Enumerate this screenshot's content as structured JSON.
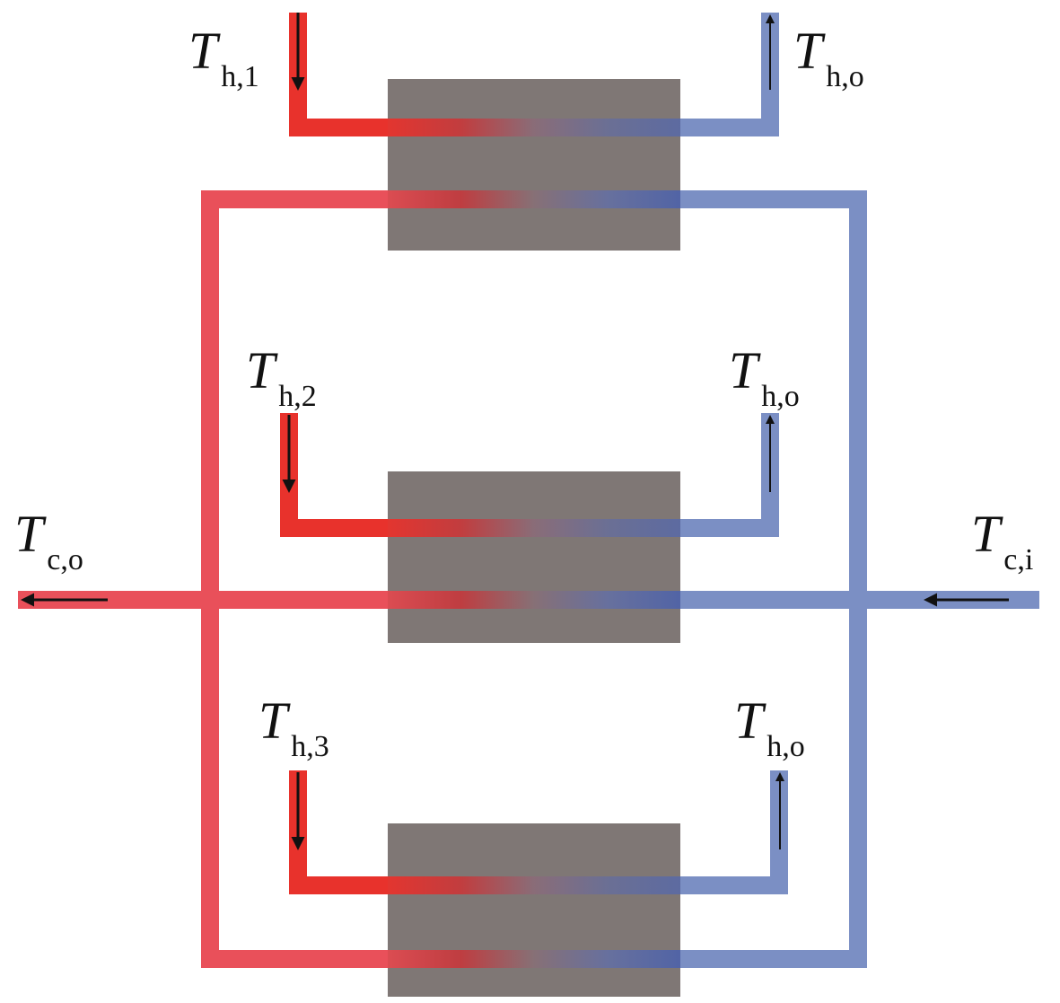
{
  "title": "Parallel heat exchanger network schematic",
  "colors": {
    "hot": "#e8322c",
    "hot_loop": "#e9505a",
    "cold": "#7b8fc4",
    "cold_deep": "#4f63a8",
    "exchanger": "#7f7775",
    "arrow": "#111111"
  },
  "exchangers": [
    {
      "id": "hx-1",
      "hot_inlet": {
        "symbol": "T",
        "subscript": "h,1"
      },
      "hot_outlet": {
        "symbol": "T",
        "subscript": "h,o"
      }
    },
    {
      "id": "hx-2",
      "hot_inlet": {
        "symbol": "T",
        "subscript": "h,2"
      },
      "hot_outlet": {
        "symbol": "T",
        "subscript": "h,o"
      }
    },
    {
      "id": "hx-3",
      "hot_inlet": {
        "symbol": "T",
        "subscript": "h,3"
      },
      "hot_outlet": {
        "symbol": "T",
        "subscript": "h,o"
      }
    }
  ],
  "cold_stream": {
    "inlet": {
      "symbol": "T",
      "subscript": "c,i"
    },
    "outlet": {
      "symbol": "T",
      "subscript": "c,o"
    }
  }
}
